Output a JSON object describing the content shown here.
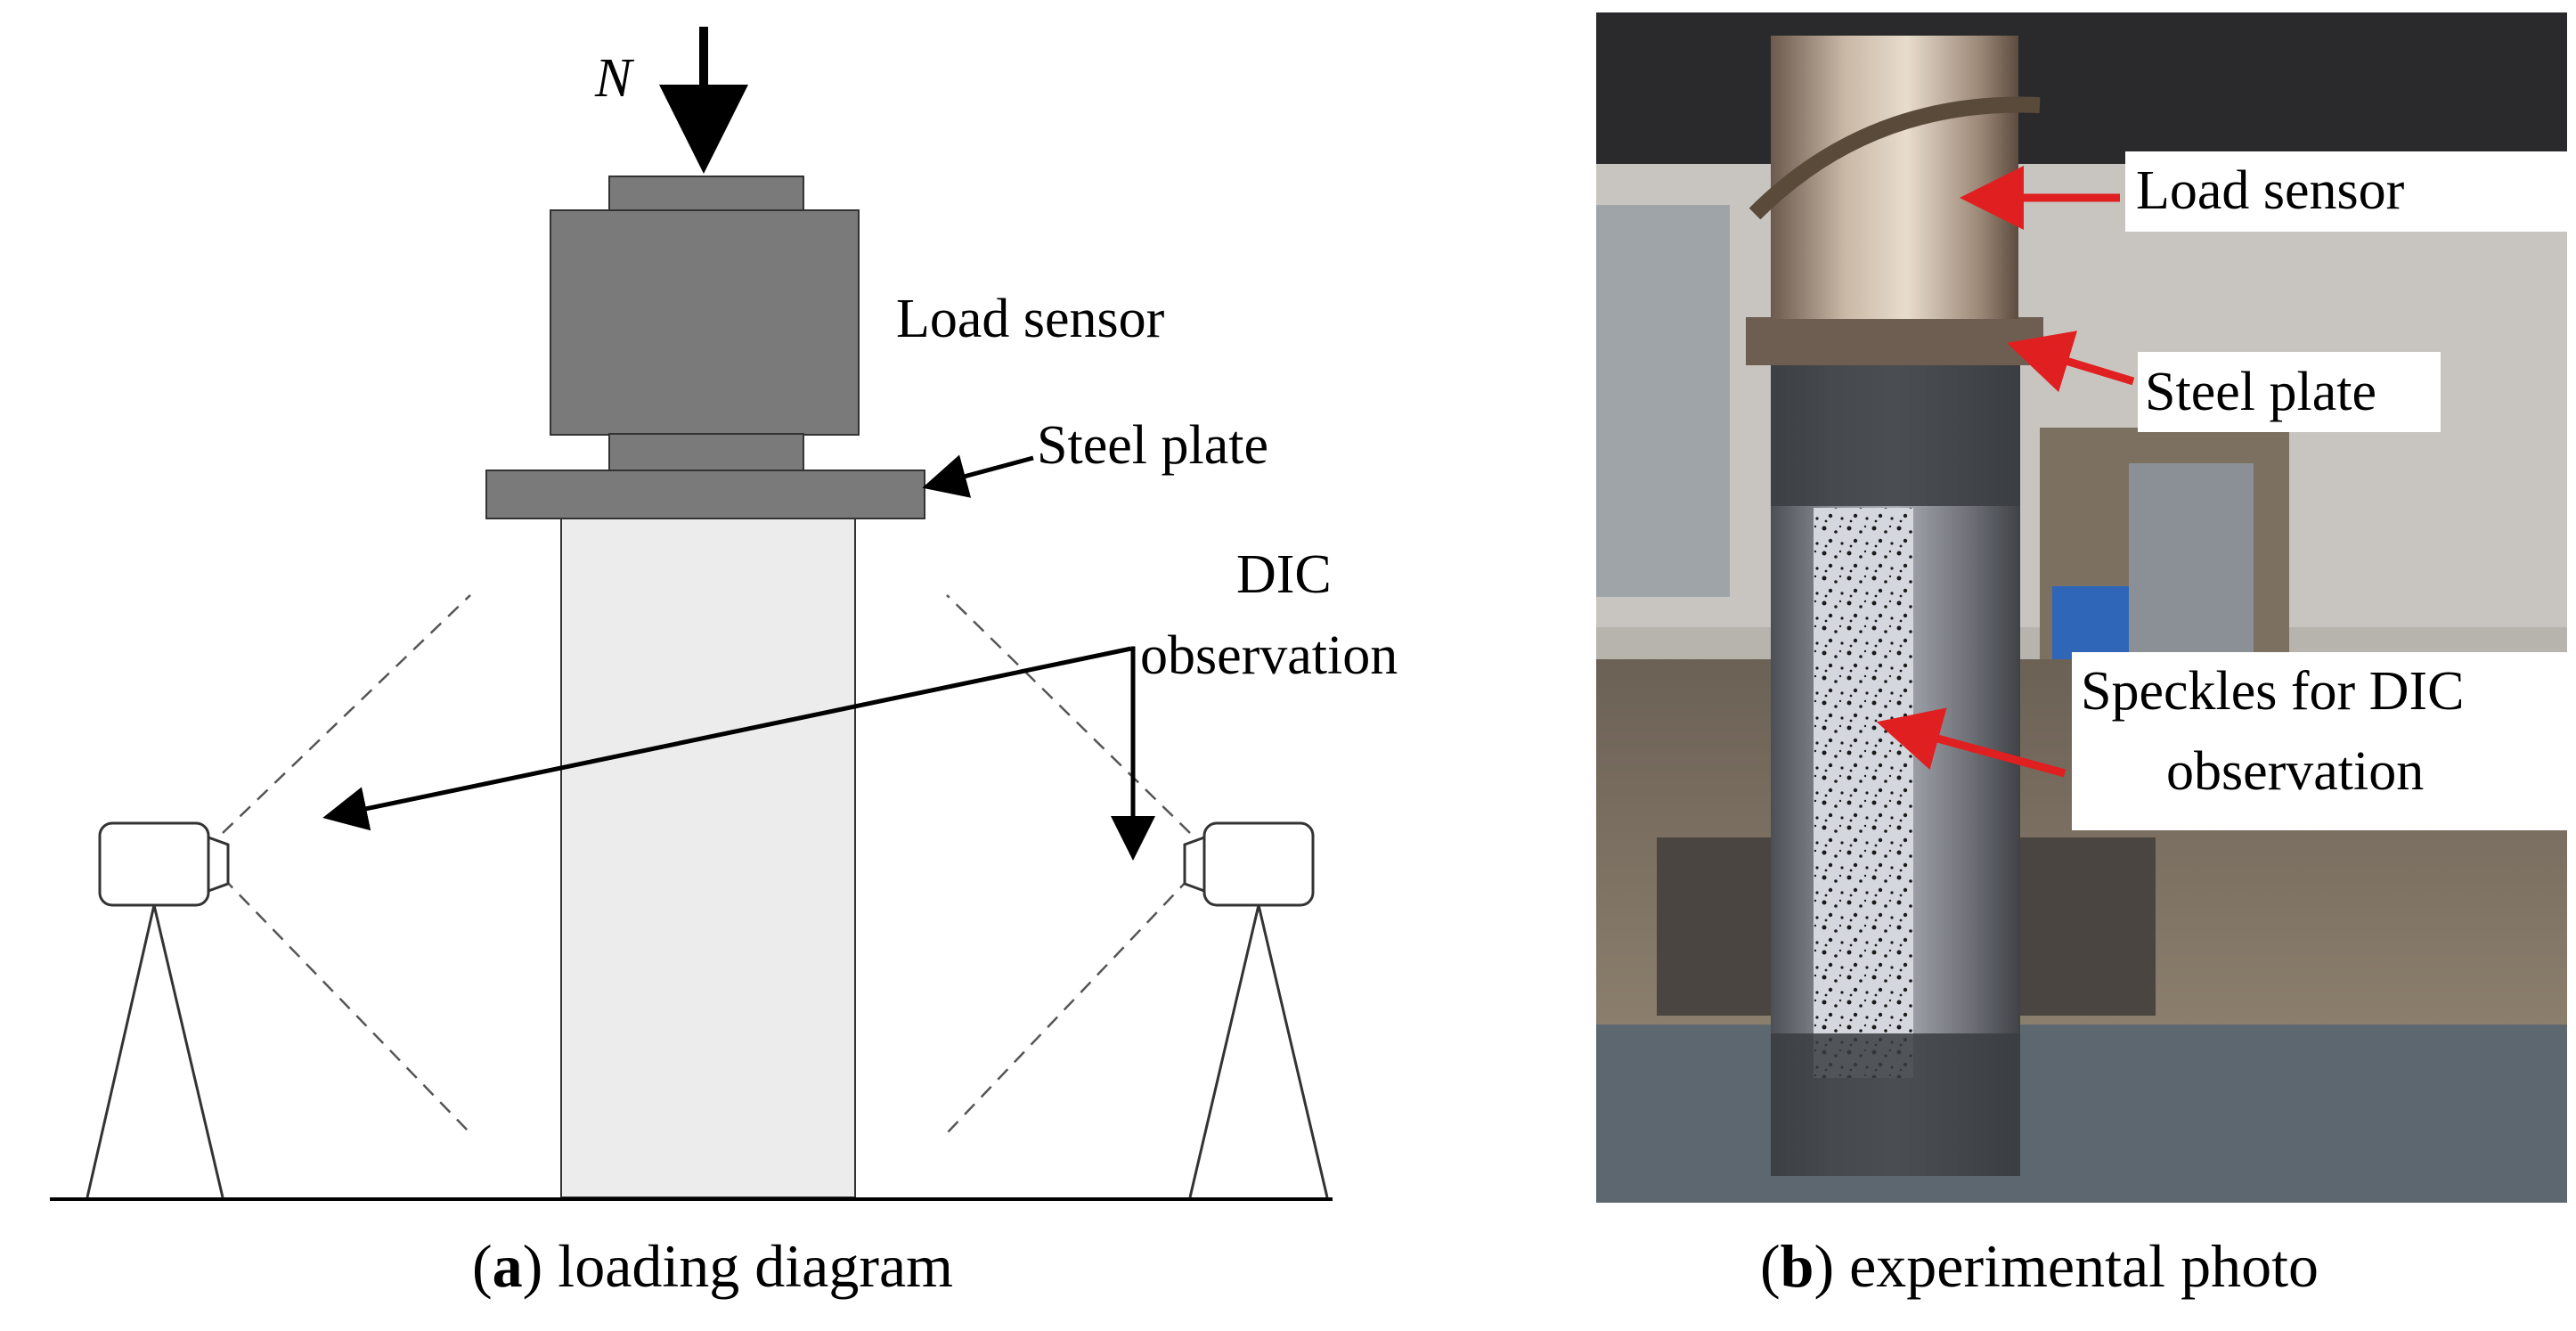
{
  "panel_a": {
    "force_symbol": "N",
    "load_sensor_label": "Load sensor",
    "steel_plate_label": "Steel plate",
    "dic_label_line1": "DIC",
    "dic_label_line2": "observation",
    "caption_letter": "a",
    "caption_text": ") loading diagram",
    "caption_open": "("
  },
  "panel_b": {
    "load_sensor_label": "Load sensor",
    "steel_plate_label": "Steel plate",
    "speckles_line1": "Speckles for DIC",
    "speckles_line2": "observation",
    "caption_letter": "b",
    "caption_text": ") experimental photo",
    "caption_open": "("
  },
  "colors": {
    "device_gray": "#7a7a7a",
    "column_fill": "#ececec",
    "annotation_red": "#e02020"
  }
}
